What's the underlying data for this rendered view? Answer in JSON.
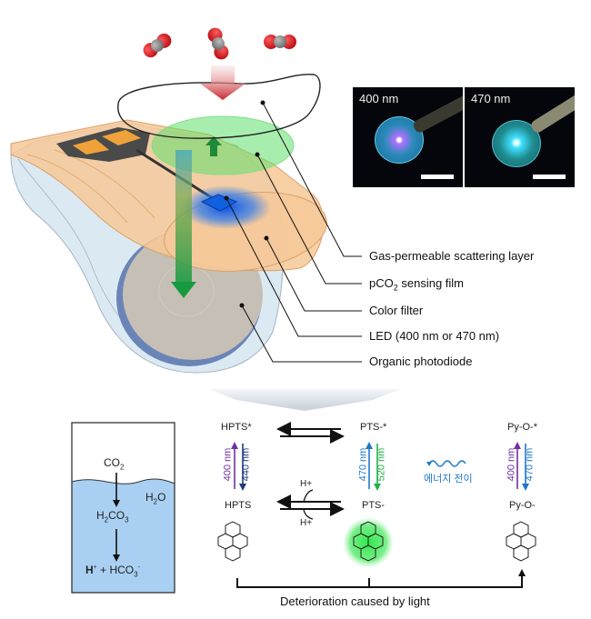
{
  "figure": {
    "molecules": [
      "co2-molecule",
      "co2-molecule",
      "co2-molecule"
    ],
    "photos": [
      {
        "caption": "400 nm",
        "glow_color": "#9a5cff"
      },
      {
        "caption": "470 nm",
        "glow_color": "#3fe0ff"
      }
    ],
    "layer_labels": [
      {
        "text": "Gas-permeable scattering layer"
      },
      {
        "text_pre": "pCO",
        "text_sub": "2",
        "text_post": " sensing film"
      },
      {
        "text": "Color filter"
      },
      {
        "text": "LED (400 nm or 470 nm)"
      },
      {
        "text": "Organic photodiode"
      }
    ],
    "beaker": {
      "co2": {
        "base": "CO",
        "sub": "2"
      },
      "water": {
        "pre": "H",
        "sub": "2",
        "post": "O"
      },
      "carbonic_acid": {
        "pre": "H",
        "sub1": "2",
        "mid": "CO",
        "sub2": "3"
      },
      "products": {
        "h": "H",
        "h_sup": "+",
        "plus": " + HCO",
        "sub": "3",
        "sup": "-"
      }
    },
    "scheme": {
      "hpts_excited": "HPTS*",
      "pts_excited": "PTS-*",
      "pyo_excited": "Py-O-*",
      "hpts": "HPTS",
      "pts": "PTS-",
      "pyo": "Py-O-",
      "proton_top": "H+",
      "proton_bottom": "H+",
      "hpts_absorb": "400 nm",
      "hpts_emit": "440 nm",
      "pts_absorb": "470 nm",
      "pts_emit": "520 nm",
      "pyo_absorb": "400 nm",
      "pyo_emit": "470 nm",
      "energy_transfer": "에너지 전이",
      "deterioration": "Deterioration caused by light"
    },
    "colors": {
      "purple": "#7030a0",
      "navy": "#1f3a7a",
      "blue": "#1f78c8",
      "green": "#22b04a",
      "water": "#a9d0f2"
    }
  }
}
